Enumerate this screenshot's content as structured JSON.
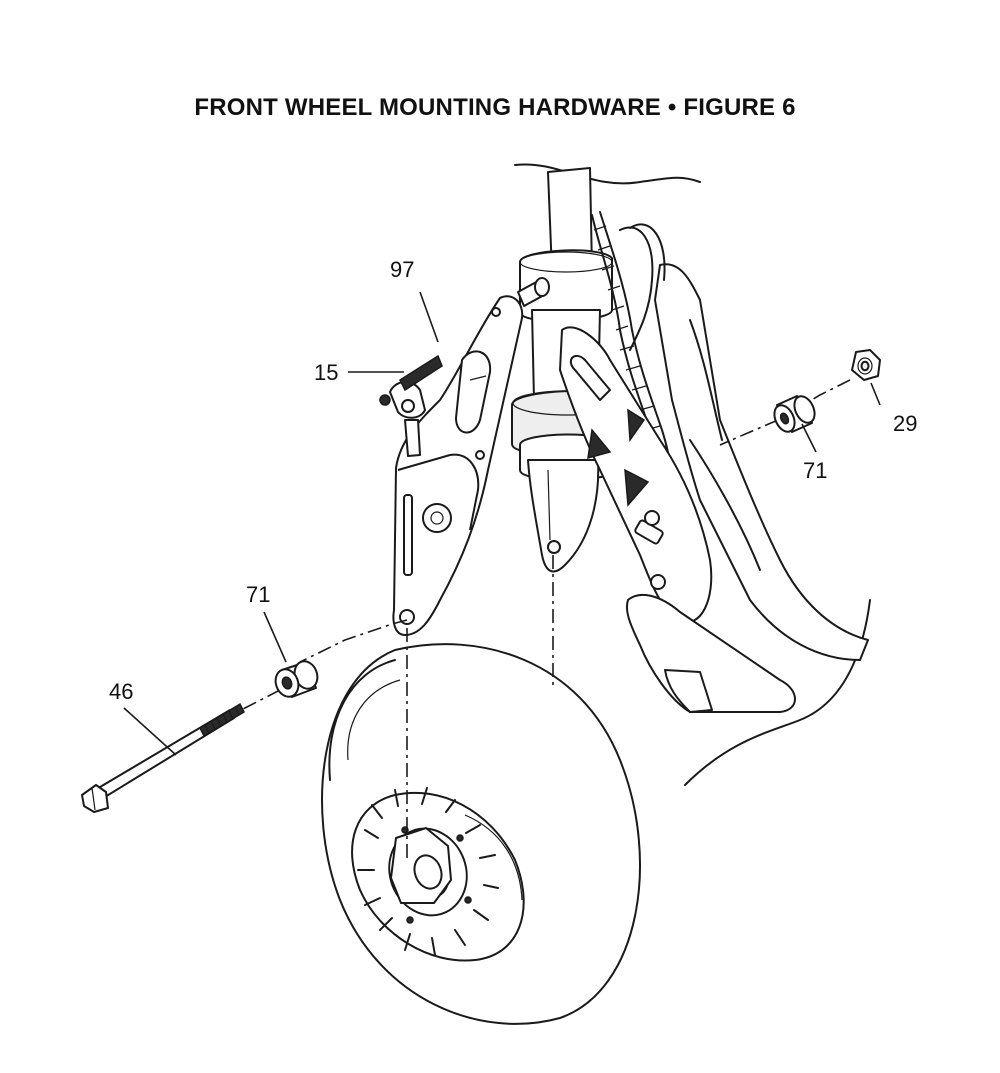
{
  "title": "FRONT WHEEL MOUNTING HARDWARE  •  FIGURE 6",
  "parts": [
    {
      "id": "97",
      "label": "97"
    },
    {
      "id": "15",
      "label": "15"
    },
    {
      "id": "29",
      "label": "29"
    },
    {
      "id": "71_right",
      "label": "71"
    },
    {
      "id": "71_left",
      "label": "71"
    },
    {
      "id": "46",
      "label": "46"
    }
  ],
  "colors": {
    "ink": "#1a1a1a",
    "background": "#ffffff"
  }
}
